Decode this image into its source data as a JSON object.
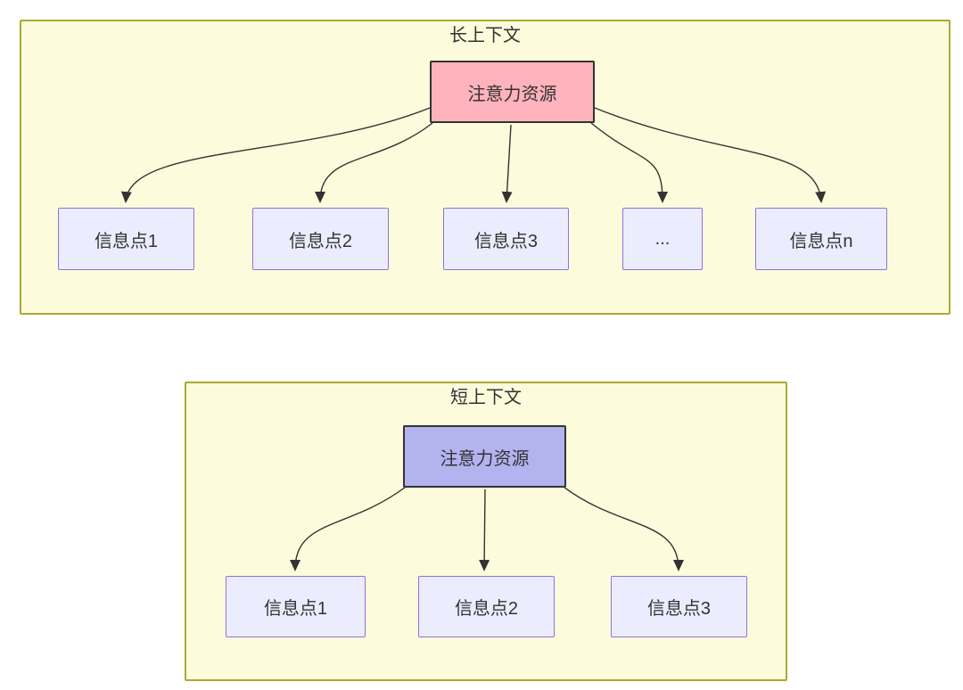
{
  "diagram": {
    "type": "flowchart-comparison",
    "long_context": {
      "title": "长上下文",
      "attention_label": "注意力资源",
      "info_points": [
        "信息点1",
        "信息点2",
        "信息点3",
        "...",
        "信息点n"
      ]
    },
    "short_context": {
      "title": "短上下文",
      "attention_label": "注意力资源",
      "info_points": [
        "信息点1",
        "信息点2",
        "信息点3"
      ]
    }
  },
  "colors": {
    "page_background": "#ffffff",
    "group_fill": "#fcfcdc",
    "group_border": "#aaaa33",
    "attention_long_fill": "#ffb3bc",
    "attention_short_fill": "#b3b3f0",
    "attention_border": "#333333",
    "info_fill": "#ececff",
    "info_border": "#9370db",
    "edge_stroke": "#333333",
    "text": "#333333"
  }
}
